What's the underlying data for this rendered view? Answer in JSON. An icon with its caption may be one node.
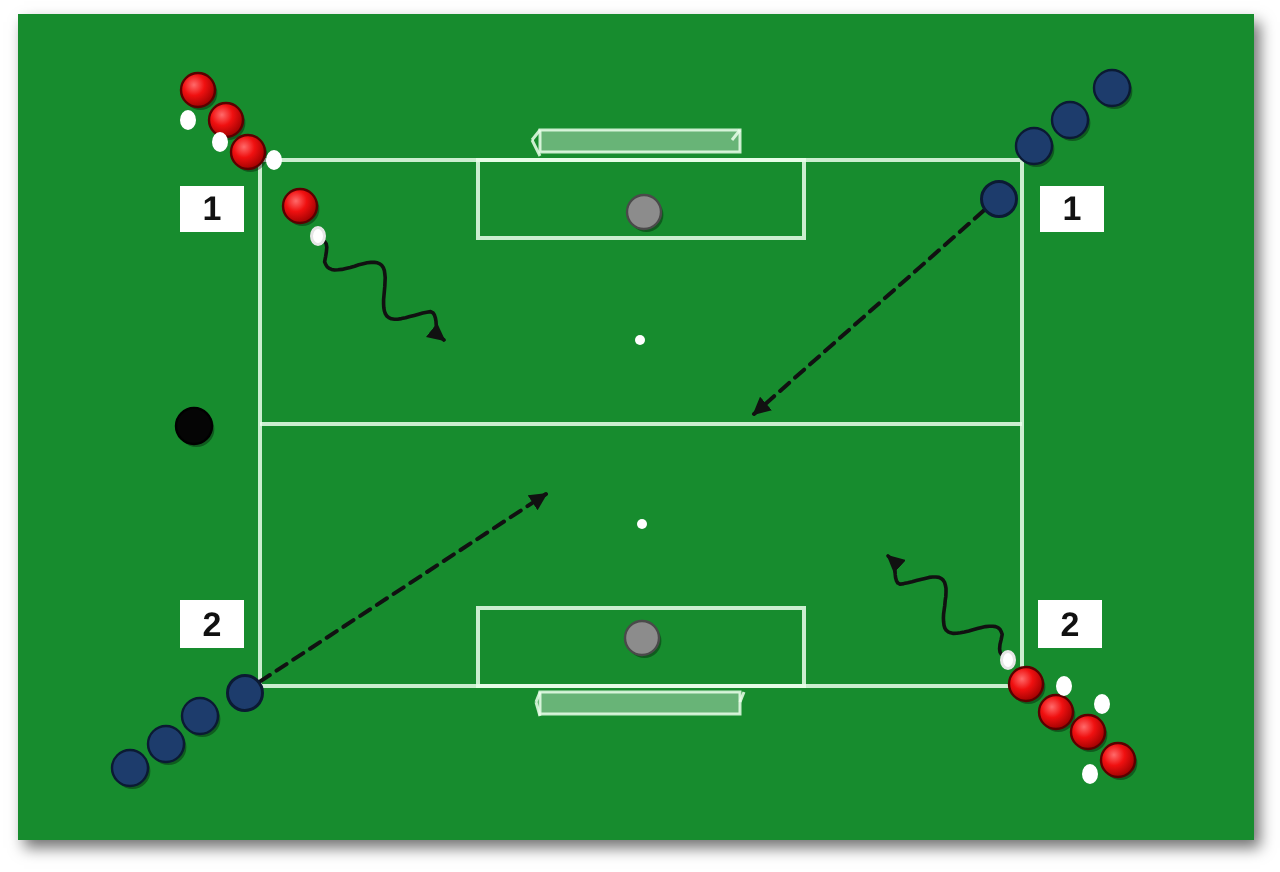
{
  "diagram": {
    "nodes": [
      {
        "text": [
          "1"
        ]
      },
      {
        "text": [
          "1"
        ]
      },
      {
        "text": [],
        "shape": "circle"
      },
      {
        "text": [],
        "shape": "circle"
      },
      {
        "text": [
          "2"
        ]
      },
      {
        "text": [
          "2"
        ]
      },
      {
        "text": [],
        "shape": "circle"
      },
      {
        "text": [],
        "shape": "circle"
      }
    ],
    "edges": [
      {
        "from": 2,
        "to": null,
        "arrow": "to"
      },
      {
        "from": 3,
        "to": null,
        "arrow": "to",
        "style": "dashed"
      },
      {
        "from": 6,
        "to": null,
        "arrow": "to",
        "style": "dashed"
      },
      {
        "from": 7,
        "to": null,
        "arrow": "to"
      }
    ]
  }
}
